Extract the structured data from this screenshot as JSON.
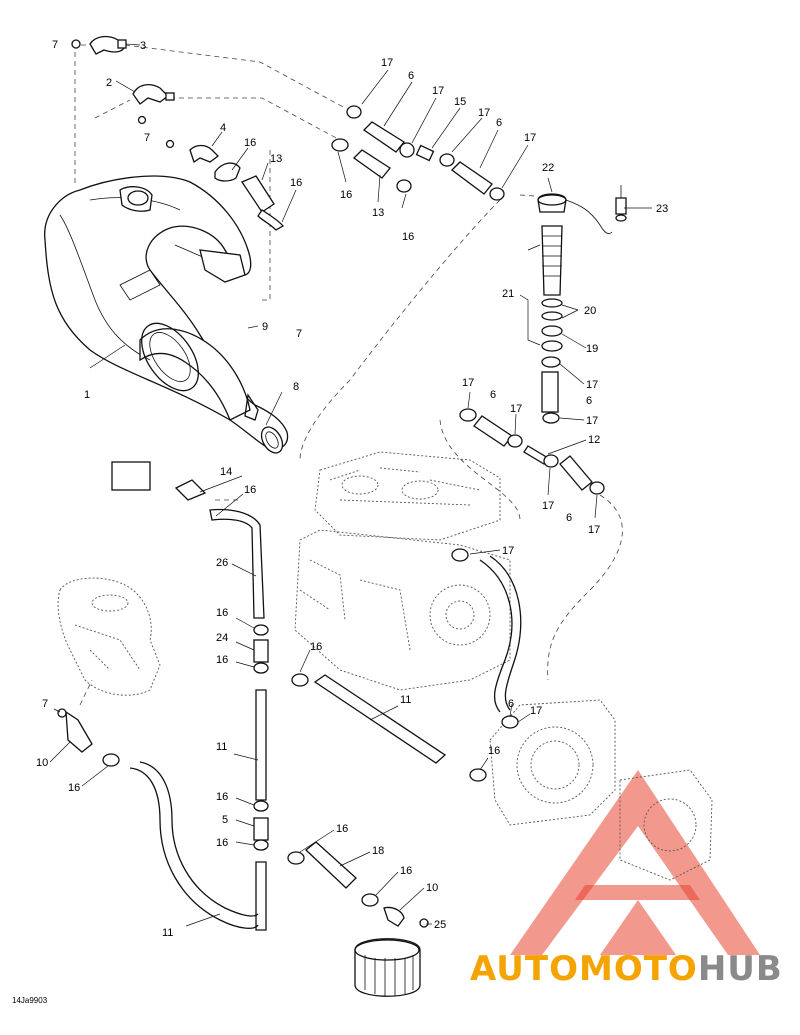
{
  "diagram": {
    "drawing_code": "14Ja9903",
    "callouts": [
      {
        "id": "c7a",
        "text": "7"
      },
      {
        "id": "c3",
        "text": "3"
      },
      {
        "id": "c2",
        "text": "2"
      },
      {
        "id": "c7b",
        "text": "7"
      },
      {
        "id": "c4",
        "text": "4"
      },
      {
        "id": "c16a",
        "text": "16"
      },
      {
        "id": "c13a",
        "text": "13"
      },
      {
        "id": "c16b",
        "text": "16"
      },
      {
        "id": "c9",
        "text": "9"
      },
      {
        "id": "c7c",
        "text": "7"
      },
      {
        "id": "c1",
        "text": "1"
      },
      {
        "id": "c8",
        "text": "8"
      },
      {
        "id": "c17a",
        "text": "17"
      },
      {
        "id": "c6a",
        "text": "6"
      },
      {
        "id": "c17b",
        "text": "17"
      },
      {
        "id": "c15",
        "text": "15"
      },
      {
        "id": "c17c",
        "text": "17"
      },
      {
        "id": "c6b",
        "text": "6"
      },
      {
        "id": "c17d",
        "text": "17"
      },
      {
        "id": "c16c",
        "text": "16"
      },
      {
        "id": "c13b",
        "text": "13"
      },
      {
        "id": "c16d",
        "text": "16"
      },
      {
        "id": "c22",
        "text": "22"
      },
      {
        "id": "c23",
        "text": "23"
      },
      {
        "id": "c21",
        "text": "21"
      },
      {
        "id": "c20",
        "text": "20"
      },
      {
        "id": "c19",
        "text": "19"
      },
      {
        "id": "c17e",
        "text": "17"
      },
      {
        "id": "c6c",
        "text": "6"
      },
      {
        "id": "c17f",
        "text": "17"
      },
      {
        "id": "c17g",
        "text": "17"
      },
      {
        "id": "c6d",
        "text": "6"
      },
      {
        "id": "c17h",
        "text": "17"
      },
      {
        "id": "c12",
        "text": "12"
      },
      {
        "id": "c17i",
        "text": "17"
      },
      {
        "id": "c6e",
        "text": "6"
      },
      {
        "id": "c17j",
        "text": "17"
      },
      {
        "id": "c14",
        "text": "14"
      },
      {
        "id": "c16e",
        "text": "16"
      },
      {
        "id": "c26",
        "text": "26"
      },
      {
        "id": "c17k",
        "text": "17"
      },
      {
        "id": "c16f",
        "text": "16"
      },
      {
        "id": "c24",
        "text": "24"
      },
      {
        "id": "c16g",
        "text": "16"
      },
      {
        "id": "c16h",
        "text": "16"
      },
      {
        "id": "c11a",
        "text": "11"
      },
      {
        "id": "c7d",
        "text": "7"
      },
      {
        "id": "c10a",
        "text": "10"
      },
      {
        "id": "c16i",
        "text": "16"
      },
      {
        "id": "c11b",
        "text": "11"
      },
      {
        "id": "c6f",
        "text": "6"
      },
      {
        "id": "c17l",
        "text": "17"
      },
      {
        "id": "c16j",
        "text": "16"
      },
      {
        "id": "c16k",
        "text": "16"
      },
      {
        "id": "c5",
        "text": "5"
      },
      {
        "id": "c16l",
        "text": "16"
      },
      {
        "id": "c16m",
        "text": "16"
      },
      {
        "id": "c18",
        "text": "18"
      },
      {
        "id": "c16n",
        "text": "16"
      },
      {
        "id": "c10b",
        "text": "10"
      },
      {
        "id": "c25",
        "text": "25"
      },
      {
        "id": "c11c",
        "text": "11"
      }
    ]
  },
  "watermark": {
    "brand_part1": "AUTO",
    "brand_part2": "MOTO",
    "brand_part3": "HUB",
    "color_primary": "#f5a300",
    "color_secondary": "#8a8a8a",
    "color_accent": "#e8442f"
  }
}
